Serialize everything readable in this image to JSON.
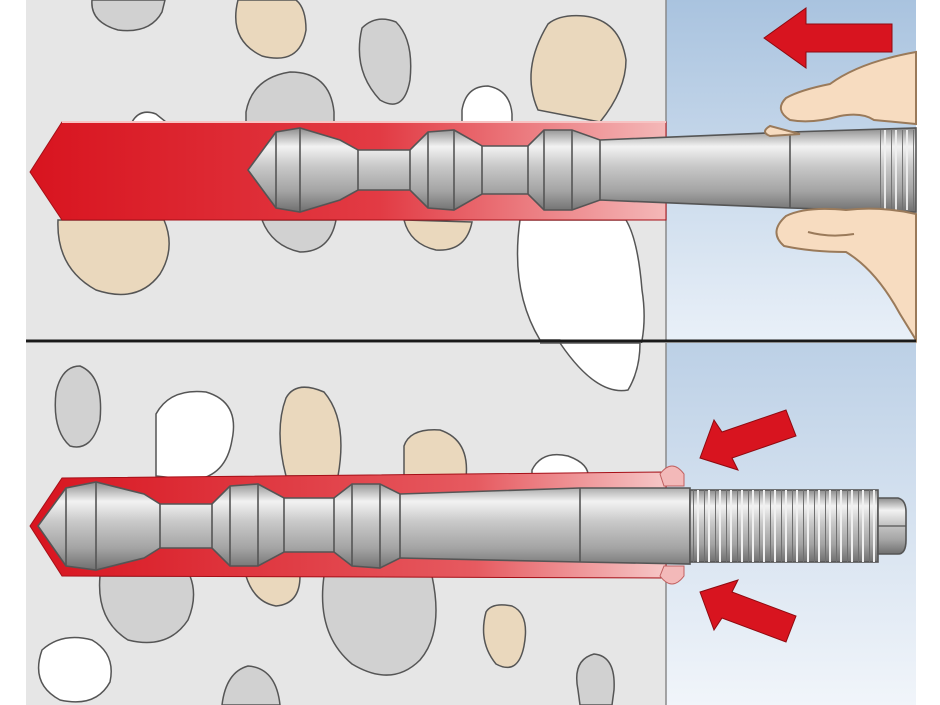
{
  "colors": {
    "concrete": "#e6e6e6",
    "concrete_line": "#4d4d4d",
    "sky_top": "#a9c3df",
    "sky_bottom": "#e9f0f8",
    "mortar_red": "#d8141f",
    "mortar_light": "#f2b3b3",
    "steel_light": "#e9e9e9",
    "steel_mid": "#b8b8b8",
    "steel_dark": "#7d7d7d",
    "arrow_red": "#d8141f",
    "skin": "#f7dcc0",
    "skin_line": "#9a7a5a",
    "stone_tan": "#ead8bd",
    "stone_grey": "#d1d1d1",
    "stone_white": "#ffffff"
  },
  "panels": [
    {
      "name": "top-panel-insertion",
      "arrows": [
        "pull-direction-arrow"
      ]
    },
    {
      "name": "bottom-panel-installed",
      "arrows": [
        "mortar-press-arrow-upper",
        "mortar-press-arrow-lower"
      ]
    }
  ],
  "icons": [
    "pull-direction-arrow",
    "mortar-press-arrow-upper",
    "mortar-press-arrow-lower",
    "hand-icon"
  ]
}
